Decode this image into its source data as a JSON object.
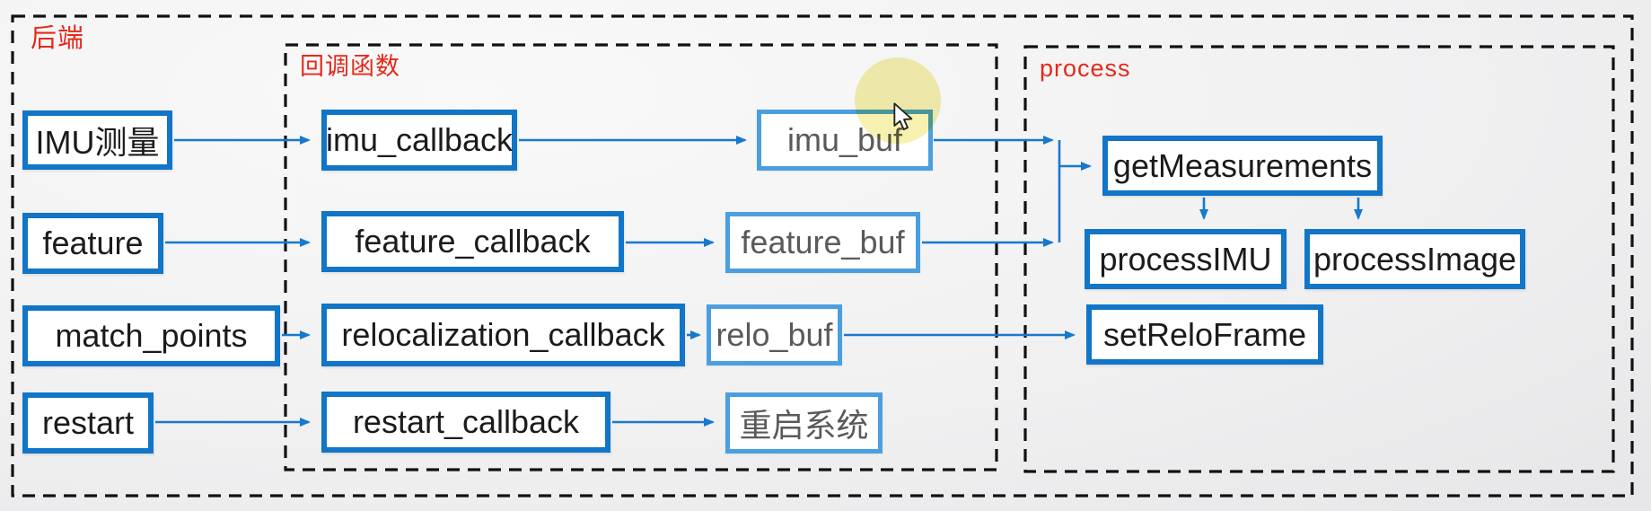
{
  "colors": {
    "accent_blue": "#1175c8",
    "light_blue": "#4b9fe0",
    "label_red": "#e5291a",
    "node_text": "#1b1b1b",
    "buf_text": "#5a5a5a",
    "highlight_yellow": "#f5efa0"
  },
  "containers": {
    "backend": {
      "label": "后端"
    },
    "callbacks": {
      "label": "回调函数"
    },
    "process": {
      "label": "process"
    }
  },
  "nodes": {
    "imu_input": {
      "label": "IMU测量"
    },
    "imu_callback": {
      "label": "imu_callback"
    },
    "imu_buf": {
      "label": "imu_buf"
    },
    "feature_input": {
      "label": "feature"
    },
    "feature_callback": {
      "label": "feature_callback"
    },
    "feature_buf": {
      "label": "feature_buf"
    },
    "match_points_input": {
      "label": "match_points"
    },
    "relocalization_callback": {
      "label": "relocalization_callback"
    },
    "relo_buf": {
      "label": "relo_buf"
    },
    "set_relo_frame": {
      "label": "setReloFrame"
    },
    "restart_input": {
      "label": "restart"
    },
    "restart_callback": {
      "label": "restart_callback"
    },
    "restart_system": {
      "label": "重启系统"
    },
    "get_measurements": {
      "label": "getMeasurements"
    },
    "process_imu": {
      "label": "processIMU"
    },
    "process_image": {
      "label": "processImage"
    }
  },
  "cursor": {
    "type": "arrow-pointer"
  }
}
